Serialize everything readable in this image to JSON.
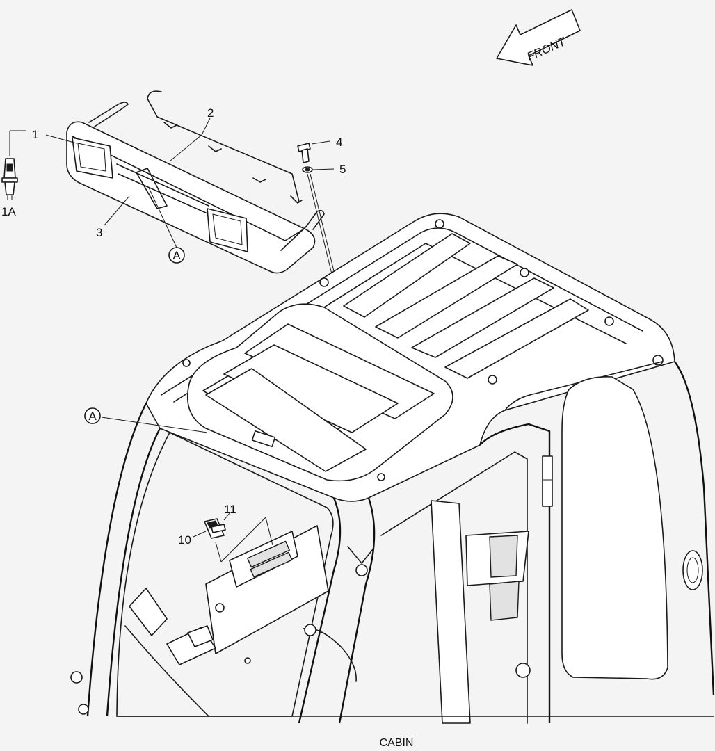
{
  "caption": "CABIN",
  "front_label": "FRONT",
  "callouts": {
    "c1": "1",
    "c1a": "1A",
    "c2": "2",
    "c3": "3",
    "c4": "4",
    "c5": "5",
    "c10": "10",
    "c11": "11",
    "detail_a_top": "A",
    "detail_a_cab": "A"
  },
  "colors": {
    "background": "#f4f4f4",
    "ink": "#1a1a1a"
  }
}
